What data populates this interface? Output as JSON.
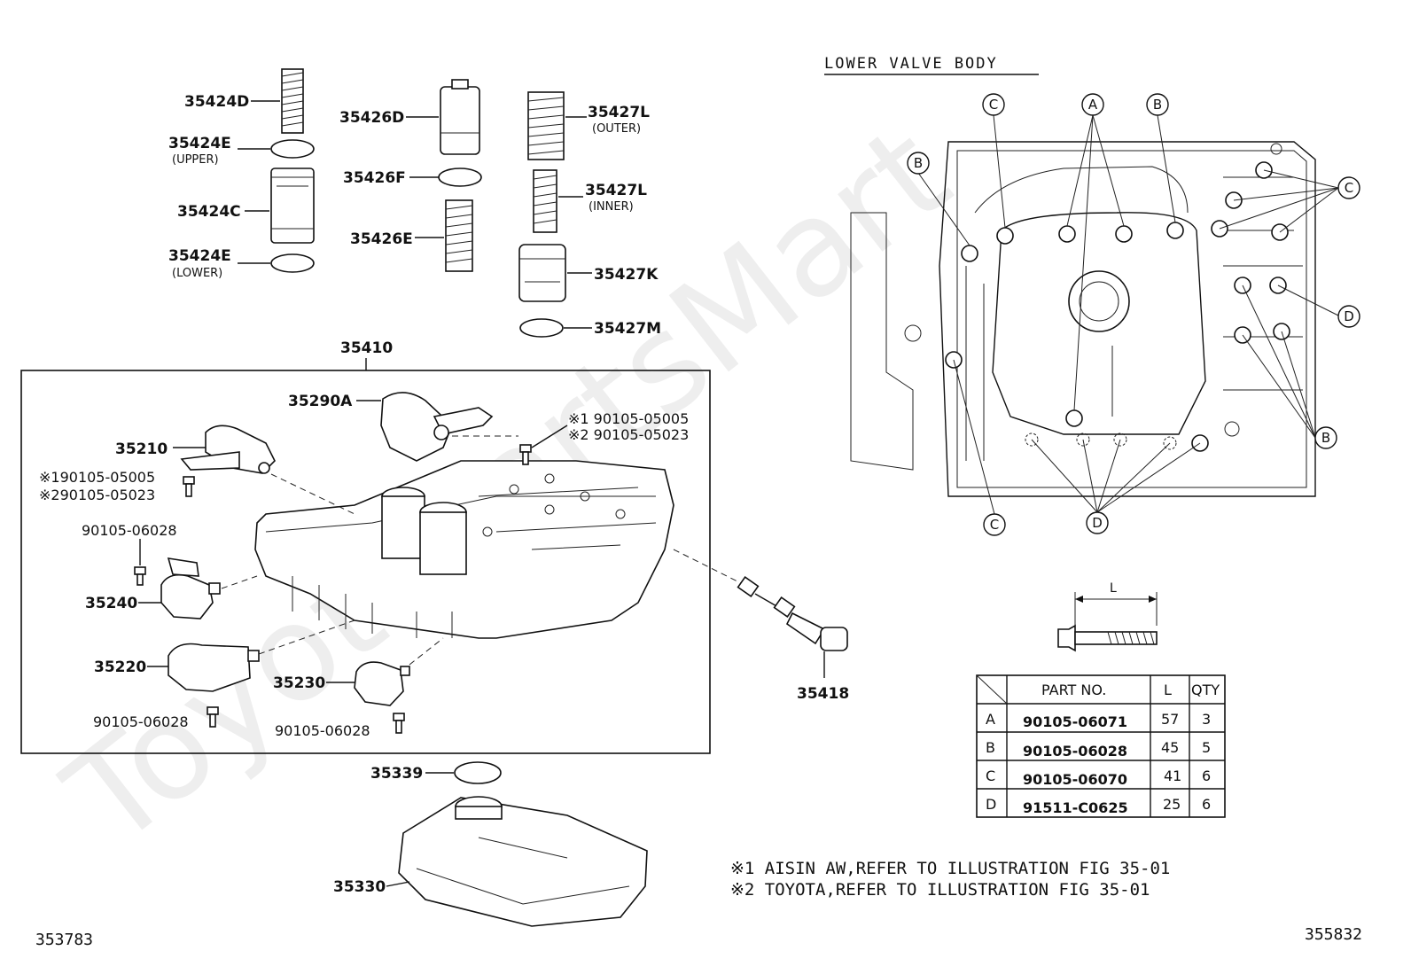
{
  "section_title": "LOWER VALVE BODY",
  "watermark": "ToyotaPartsMart",
  "parts": {
    "p35424D": "35424D",
    "p35424E_u": "35424E",
    "p35424E_u_sub": "(UPPER)",
    "p35424C": "35424C",
    "p35424E_l": "35424E",
    "p35424E_l_sub": "(LOWER)",
    "p35426D": "35426D",
    "p35426F": "35426F",
    "p35426E": "35426E",
    "p35427L_o": "35427L",
    "p35427L_o_sub": "(OUTER)",
    "p35427L_i": "35427L",
    "p35427L_i_sub": "(INNER)",
    "p35427K": "35427K",
    "p35427M": "35427M",
    "p35410": "35410",
    "p35290A": "35290A",
    "p35210": "35210",
    "p35240": "35240",
    "p35220": "35220",
    "p35230": "35230",
    "p35418": "35418",
    "p35339": "35339",
    "p35330": "35330",
    "bolt_a1": "※1 90105-05005",
    "bolt_a2": "※2 90105-05023",
    "bolt_b1": "※190105-05005",
    "bolt_b2": "※290105-05023",
    "bolt_c": "90105-06028",
    "bolt_d": "90105-06028",
    "bolt_e": "90105-06028"
  },
  "callouts": {
    "A": "A",
    "B": "B",
    "C": "C",
    "D": "D"
  },
  "dim_label": "L",
  "table": {
    "headers": [
      "PART NO.",
      "L",
      "QTY"
    ],
    "rows": [
      {
        "key": "A",
        "part": "90105-06071",
        "l": "57",
        "qty": "3"
      },
      {
        "key": "B",
        "part": "90105-06028",
        "l": "45",
        "qty": "5"
      },
      {
        "key": "C",
        "part": "90105-06070",
        "l": "41",
        "qty": "6"
      },
      {
        "key": "D",
        "part": "91511-C0625",
        "l": "25",
        "qty": "6"
      }
    ]
  },
  "notes": {
    "n1": "※1  AISIN AW,REFER TO ILLUSTRATION FIG 35-01",
    "n2": "※2  TOYOTA,REFER TO ILLUSTRATION FIG 35-01"
  },
  "corner_left": "353783",
  "corner_right": "355832"
}
